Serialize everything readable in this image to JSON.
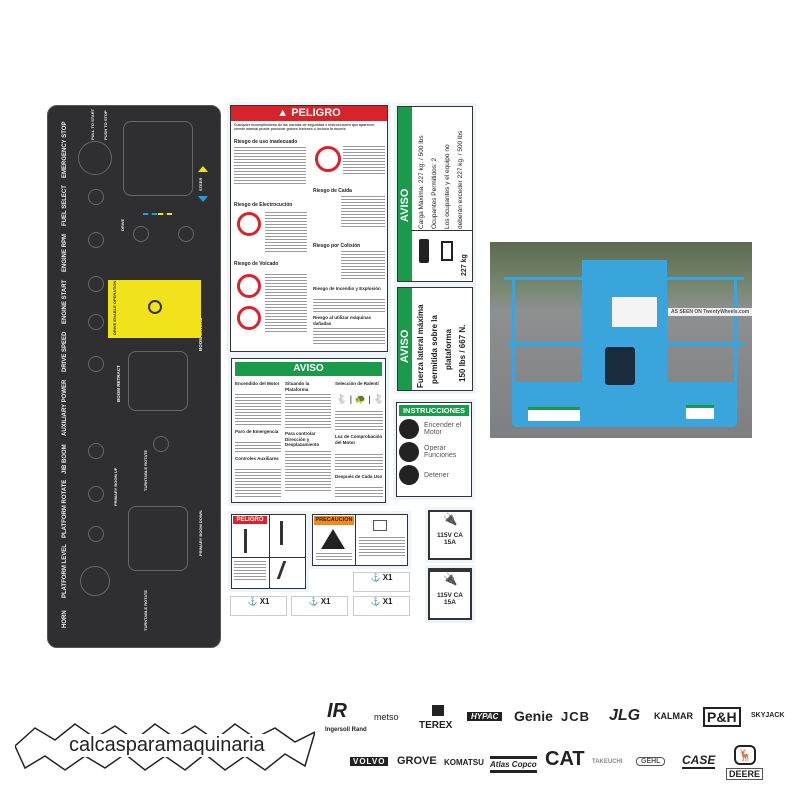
{
  "control_panel": {
    "labels": [
      "EMERGENCY STOP",
      "FUEL SELECT",
      "ENGINE RPM",
      "ENGINE START",
      "DRIVE SPEED",
      "AUXILIARY POWER",
      "JIB BOOM",
      "PLATFORM ROTATE",
      "PLATFORM LEVEL",
      "HORN"
    ],
    "boom_labels": [
      "BOOM RETRACT",
      "BOOM EXTEND",
      "PRIMARY BOOM UP",
      "PRIMARY BOOM DOWN",
      "TURNTABLE ROTATE",
      "TURNTABLE ROTATE"
    ],
    "drive_label": "DRIVE",
    "steer_label": "STEER",
    "stop_labels": [
      "PULL TO START",
      "PUSH TO STOP"
    ],
    "yellow_title": "DRIVE ENABLE OPERATION"
  },
  "peligro_main": {
    "header": "PELIGRO",
    "intro": "Cualquier incumplimiento de las normas de seguridad e instrucciones que aparecen eneste manual puede provocar graves lesiones o incluso la muerte.",
    "sections": [
      "Riesgo de uso inadecuado",
      "Riesgo de Electrocución",
      "Riesgo de Volcado",
      "Riesgo de Caída",
      "Riesgo por Colisión",
      "Riesgo de Incendio y Explosión",
      "Riesgo al utilizar máquinas dañadas"
    ]
  },
  "aviso_load": {
    "header": "AVISO",
    "lines": [
      "Carga Máxima: 227 kg. / 500 lbs",
      "Ocupantes Permitidos: 2",
      "Los ocupantes y el equipo no",
      "deberán exceder 227 kg. / 500 lbs"
    ],
    "icon_caption": "227 kg"
  },
  "aviso_force": {
    "header": "AVISO",
    "lines": [
      "Fuerza lateral máxima",
      "permitida sobre la",
      "plataforma",
      "150 lbs / 667 N."
    ]
  },
  "aviso_wide": {
    "header": "AVISO",
    "sections": [
      "Encendido del Motor",
      "Paro de Emergencia",
      "Controles Auxiliares",
      "Situando la Plataforma",
      "Para controlar Dirección y Desplazamiento",
      "Selección de Ralentí",
      "Luz de Comprobación del Motor",
      "Después de Cada Uso"
    ]
  },
  "instrucciones": {
    "header": "INSTRUCCIONES",
    "items": [
      "Encender el Motor",
      "Operar Funciones",
      "Detener"
    ]
  },
  "peligro_small": {
    "header": "PELIGRO"
  },
  "precaucion": {
    "header": "PRECAUCION"
  },
  "tiedown_labels": [
    "X1",
    "X1",
    "X1",
    "X1"
  ],
  "outlet_labels": [
    {
      "line1": "115V CA",
      "line2": "15A"
    },
    {
      "line1": "115V CA",
      "line2": "15A"
    }
  ],
  "photo": {
    "watermark": "AS SEEN ON TwentyWheels.com",
    "colors": {
      "machine": "#3aa4dc"
    }
  },
  "brand_logo": "calcasparamaquinaria",
  "brands_row1": [
    "IR",
    "Ingersoll Rand",
    "metso",
    "TEREX",
    "HYPAC",
    "Genie",
    "JCB",
    "JLG",
    "KALMAR",
    "P&H",
    "SKYJACK"
  ],
  "brands_row2": [
    "VOLVO",
    "GROVE",
    "KOMATSU",
    "Atlas Copco",
    "CAT",
    "TAKEUCHI",
    "GEHL",
    "CASE",
    "DEERE"
  ],
  "colors": {
    "danger": "#d9232a",
    "notice": "#1a9a4a",
    "caution": "#f08a1c",
    "panel": "#2f2f31",
    "yellow": "#f2e21c"
  }
}
